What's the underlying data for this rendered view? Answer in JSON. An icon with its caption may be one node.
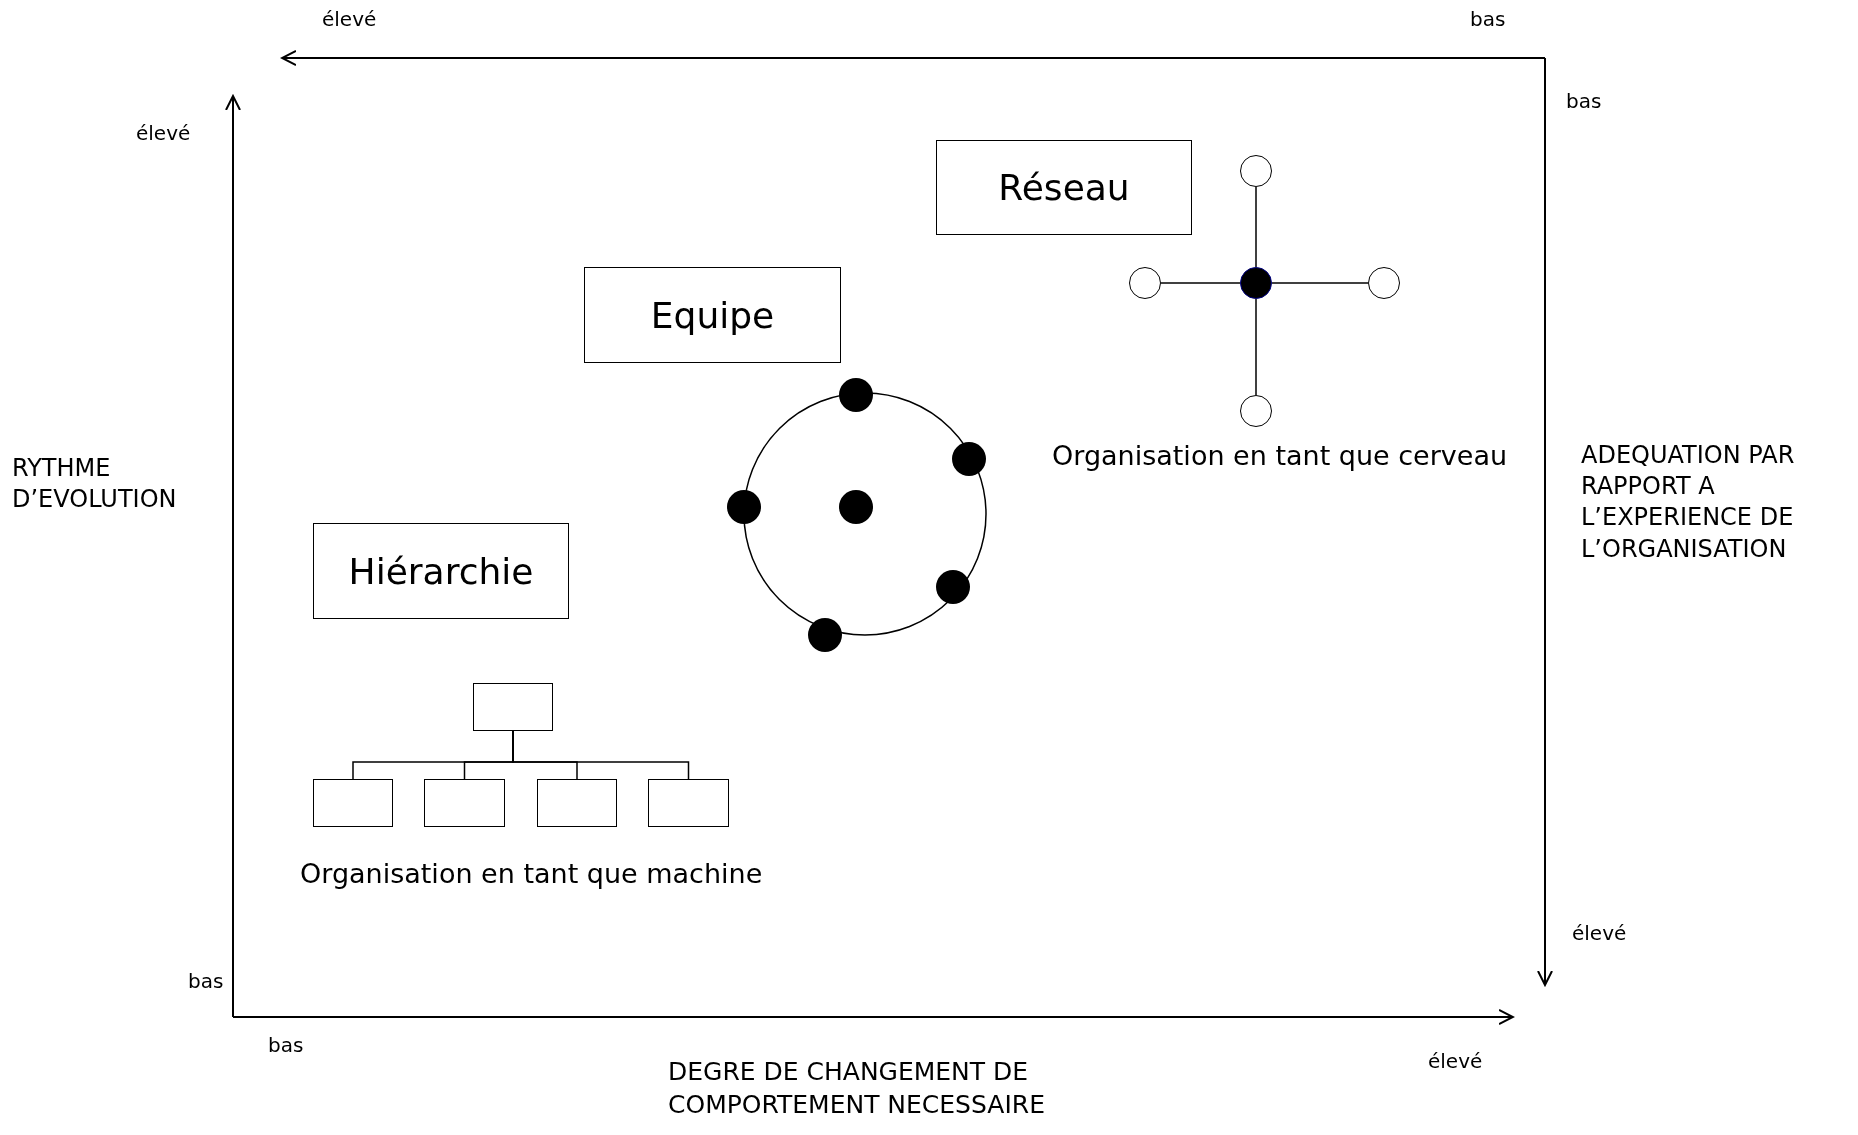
{
  "diagram": {
    "nodes": [
      {
        "text": [
          "Réseau"
        ]
      },
      {
        "text": [],
        "shape": "circle"
      },
      {
        "text": [
          "Equipe"
        ]
      },
      {
        "text": [],
        "shape": "circle"
      },
      {
        "text": [],
        "shape": "circle"
      },
      {
        "text": [],
        "shape": "circle"
      },
      {
        "text": [],
        "shape": "circle"
      },
      {
        "text": [
          "Hiérarchie"
        ]
      },
      {
        "text": [],
        "shape": "box"
      },
      {
        "text": [],
        "shape": "box"
      },
      {
        "text": [],
        "shape": "box"
      },
      {
        "text": [],
        "shape": "box"
      },
      {
        "text": [],
        "shape": "box"
      }
    ],
    "edges": [
      {
        "from": 4,
        "to": 1,
        "arrow": "none"
      },
      {
        "from": 4,
        "to": 3,
        "arrow": "none"
      },
      {
        "from": 4,
        "to": 5,
        "arrow": "none"
      },
      {
        "from": 4,
        "to": 6,
        "arrow": "none"
      },
      {
        "from": 8,
        "to": 9,
        "arrow": "none"
      },
      {
        "from": 8,
        "to": 10,
        "arrow": "none"
      },
      {
        "from": 8,
        "to": 11,
        "arrow": "none"
      },
      {
        "from": 8,
        "to": 12,
        "arrow": "none"
      }
    ],
    "labels": [
      "élevé",
      "bas",
      "bas",
      "élevé",
      "Organisation en tant que cerveau",
      "RYTHME D’EVOLUTION",
      "ADEQUATION PAR RAPPORT A L’EXPERIENCE DE L’ORGANISATION",
      "Organisation en tant que machine",
      "élevé",
      "bas",
      "bas",
      "élevé",
      "DEGRE DE CHANGEMENT DE COMPORTEMENT NECESSAIRE"
    ]
  }
}
